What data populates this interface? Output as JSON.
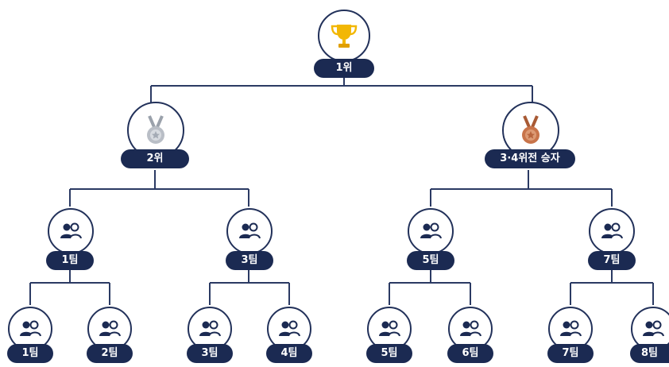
{
  "root": {
    "label": "1위",
    "icon": "trophy-icon"
  },
  "second": {
    "label": "2위",
    "icon": "silver-medal-icon"
  },
  "third": {
    "label": "3·4위전 승자",
    "icon": "bronze-medal-icon"
  },
  "semi": [
    {
      "label": "1팀",
      "icon": "team-icon"
    },
    {
      "label": "3팀",
      "icon": "team-icon"
    },
    {
      "label": "5팀",
      "icon": "team-icon"
    },
    {
      "label": "7팀",
      "icon": "team-icon"
    }
  ],
  "teams": [
    {
      "label": "1팀",
      "icon": "team-icon"
    },
    {
      "label": "2팀",
      "icon": "team-icon"
    },
    {
      "label": "3팀",
      "icon": "team-icon"
    },
    {
      "label": "4팀",
      "icon": "team-icon"
    },
    {
      "label": "5팀",
      "icon": "team-icon"
    },
    {
      "label": "6팀",
      "icon": "team-icon"
    },
    {
      "label": "7팀",
      "icon": "team-icon"
    },
    {
      "label": "8팀",
      "icon": "team-icon"
    }
  ],
  "colors": {
    "navy": "#1b2a52",
    "line": "#2b3a63",
    "gold": "#f2b705",
    "silver": "#b9bec6",
    "bronze": "#c8744a"
  }
}
